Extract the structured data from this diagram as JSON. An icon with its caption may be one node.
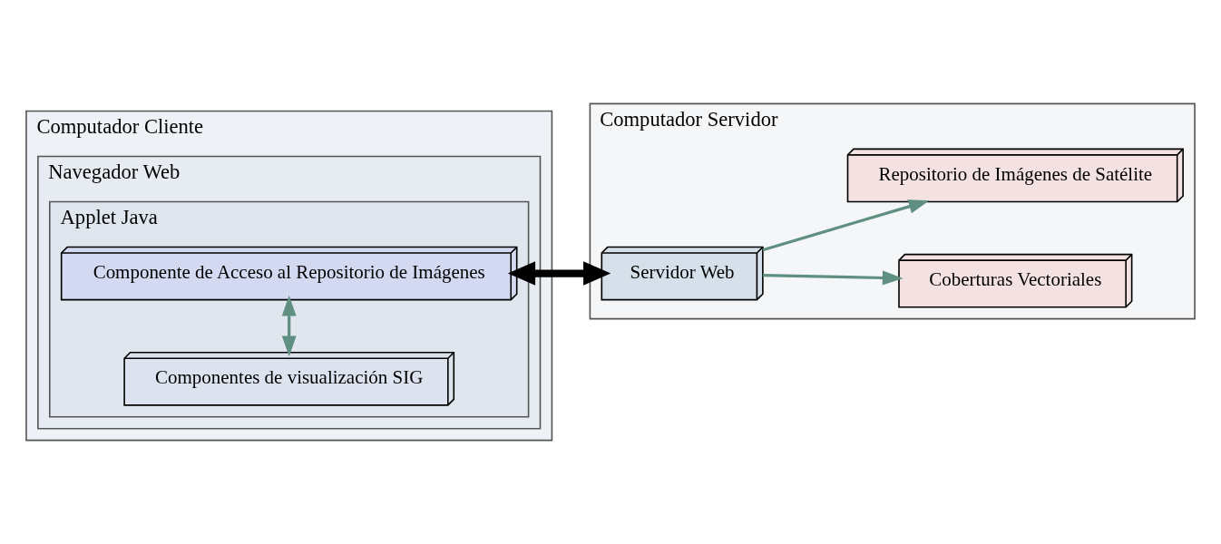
{
  "diagram": {
    "nodes": [
      {
        "text": [
          "Computador Cliente"
        ]
      },
      {
        "text": [
          "Navegador Web"
        ],
        "in": 0
      },
      {
        "text": [
          "Applet Java"
        ],
        "in": 1
      },
      {
        "text": [
          "Componente de Acceso al Repositorio de Imágenes"
        ],
        "in": 2
      },
      {
        "text": [
          "Componentes de visualización SIG"
        ],
        "in": 2
      },
      {
        "text": [
          "Computador Servidor"
        ]
      },
      {
        "text": [
          "Servidor Web"
        ],
        "in": 5
      },
      {
        "text": [
          "Coberturas Vectoriales"
        ],
        "in": 5
      },
      {
        "text": [
          "Repositorio de Imágenes de Satélite"
        ],
        "in": 5
      }
    ],
    "edges": [
      {
        "from": 3,
        "to": 6,
        "arrow": "both",
        "style": "thick",
        "color": "#000000"
      },
      {
        "from": 3,
        "to": 4,
        "arrow": "both"
      },
      {
        "from": 6,
        "to": 7,
        "arrow": "to"
      },
      {
        "from": 6,
        "to": 8,
        "arrow": "to"
      }
    ]
  }
}
